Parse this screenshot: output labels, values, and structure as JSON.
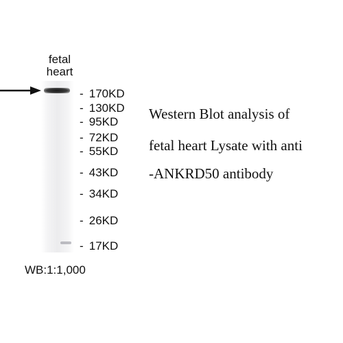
{
  "lane": {
    "label_line1": "fetal",
    "label_line2": "heart"
  },
  "markers": [
    {
      "dash": "-",
      "label": "170KD"
    },
    {
      "dash": "-",
      "label": "130KD"
    },
    {
      "dash": "-",
      "label": "95KD"
    },
    {
      "dash": "-",
      "label": "72KD"
    },
    {
      "dash": "-",
      "label": "55KD"
    },
    {
      "dash": "-",
      "label": "43KD"
    },
    {
      "dash": "-",
      "label": "34KD"
    },
    {
      "dash": "-",
      "label": "26KD"
    },
    {
      "dash": "-",
      "label": "17KD"
    }
  ],
  "description": {
    "line1": "Western Blot analysis of",
    "line2": "fetal heart Lysate with anti",
    "line3": "-ANKRD50 antibody"
  },
  "dilution": "WB:1:1,000",
  "colors": {
    "ink": "#111111",
    "band": "#1a1a1a"
  }
}
